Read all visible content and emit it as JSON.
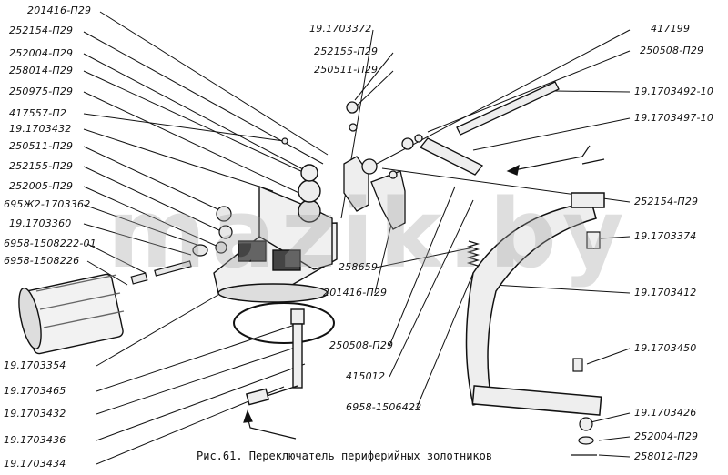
{
  "caption": "Рис.61. Переключатель периферийных золотников",
  "watermark": "mazik.by",
  "labels_left": [
    "201416-П29",
    "252154-П29",
    "252004-П29",
    "258014-П29",
    "250975-П29",
    "417557-П2",
    "19.1703432",
    "250511-П29",
    "252155-П29",
    "252005-П29",
    "695Ж2-1703362",
    "19.1703360",
    "6958-1508222-01",
    "6958-1508226"
  ],
  "labels_bottom_left": [
    "19.1703354",
    "19.1703465",
    "19.1703432",
    "19.1703436",
    "19.1703434"
  ],
  "labels_top_center": [
    "19.1703372",
    "252155-П29",
    "250511-П29"
  ],
  "labels_right": [
    "417199",
    "250508-П29",
    "19.1703492-10",
    "19.1703497-10",
    "252154-П29",
    "19.1703374",
    "19.1703412",
    "19.1703450",
    "19.1703426",
    "252004-П29",
    "258012-П29"
  ],
  "labels_center": [
    "258659",
    "201416-П29",
    "250508-П29",
    "415012",
    "6958-1506422"
  ]
}
